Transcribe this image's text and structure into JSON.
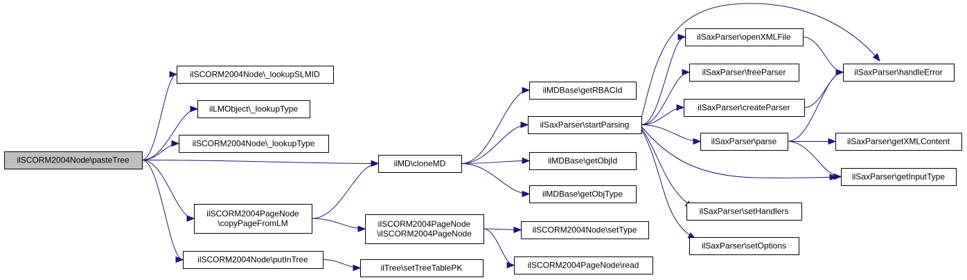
{
  "nodes": {
    "root": {
      "lines": [
        "ilSCORM2004Node\\pasteTree"
      ],
      "highlight": true
    },
    "lookupSLMID": {
      "lines": [
        "ilSCORM2004Node\\_lookupSLMID"
      ]
    },
    "lmLookupType": {
      "lines": [
        "ilLMObject\\_lookupType"
      ]
    },
    "scoLookupType": {
      "lines": [
        "ilSCORM2004Node\\_lookupType"
      ]
    },
    "copyPage": {
      "lines": [
        "ilSCORM2004PageNode",
        "\\copyPageFromLM"
      ]
    },
    "putInTree": {
      "lines": [
        "ilSCORM2004Node\\putInTree"
      ]
    },
    "cloneMD": {
      "lines": [
        "ilMD\\cloneMD"
      ]
    },
    "pageCtor": {
      "lines": [
        "ilSCORM2004PageNode",
        "\\ilSCORM2004PageNode"
      ]
    },
    "setTreeTablePK": {
      "lines": [
        "ilTree\\setTreeTablePK"
      ]
    },
    "getRBACId": {
      "lines": [
        "ilMDBase\\getRBACId"
      ]
    },
    "startParsing": {
      "lines": [
        "ilSaxParser\\startParsing"
      ]
    },
    "getObjId": {
      "lines": [
        "ilMDBase\\getObjId"
      ]
    },
    "getObjType": {
      "lines": [
        "ilMDBase\\getObjType"
      ]
    },
    "setType": {
      "lines": [
        "ilSCORM2004Node\\setType"
      ]
    },
    "pageRead": {
      "lines": [
        "ilSCORM2004PageNode\\read"
      ]
    },
    "openXMLFile": {
      "lines": [
        "ilSaxParser\\openXMLFile"
      ]
    },
    "freeParser": {
      "lines": [
        "ilSaxParser\\freeParser"
      ]
    },
    "createParser": {
      "lines": [
        "ilSaxParser\\createParser"
      ]
    },
    "parse": {
      "lines": [
        "ilSaxParser\\parse"
      ]
    },
    "setHandlers": {
      "lines": [
        "ilSaxParser\\setHandlers"
      ]
    },
    "setOptions": {
      "lines": [
        "ilSaxParser\\setOptions"
      ]
    },
    "handleError": {
      "lines": [
        "ilSaxParser\\handleError"
      ]
    },
    "getXMLContent": {
      "lines": [
        "ilSaxParser\\getXMLContent"
      ]
    },
    "getInputType": {
      "lines": [
        "ilSaxParser\\getInputType"
      ]
    }
  },
  "edges": [
    [
      "root",
      "lookupSLMID"
    ],
    [
      "root",
      "lmLookupType"
    ],
    [
      "root",
      "scoLookupType"
    ],
    [
      "root",
      "cloneMD"
    ],
    [
      "root",
      "copyPage"
    ],
    [
      "root",
      "putInTree"
    ],
    [
      "copyPage",
      "cloneMD"
    ],
    [
      "copyPage",
      "pageCtor"
    ],
    [
      "putInTree",
      "setTreeTablePK"
    ],
    [
      "cloneMD",
      "getRBACId"
    ],
    [
      "cloneMD",
      "startParsing"
    ],
    [
      "cloneMD",
      "getObjId"
    ],
    [
      "cloneMD",
      "getObjType"
    ],
    [
      "pageCtor",
      "setType"
    ],
    [
      "pageCtor",
      "pageRead"
    ],
    [
      "startParsing",
      "openXMLFile"
    ],
    [
      "startParsing",
      "freeParser"
    ],
    [
      "startParsing",
      "createParser"
    ],
    [
      "startParsing",
      "parse"
    ],
    [
      "startParsing",
      "setHandlers"
    ],
    [
      "startParsing",
      "setOptions"
    ],
    [
      "startParsing",
      "handleError"
    ],
    [
      "startParsing",
      "getInputType"
    ],
    [
      "openXMLFile",
      "handleError"
    ],
    [
      "createParser",
      "handleError"
    ],
    [
      "parse",
      "handleError"
    ],
    [
      "parse",
      "getXMLContent"
    ],
    [
      "parse",
      "getInputType"
    ]
  ],
  "colors": {
    "edge": "#191970",
    "root_fill": "#bfbfbf",
    "node_fill": "#ffffff",
    "node_border": "#000000"
  }
}
